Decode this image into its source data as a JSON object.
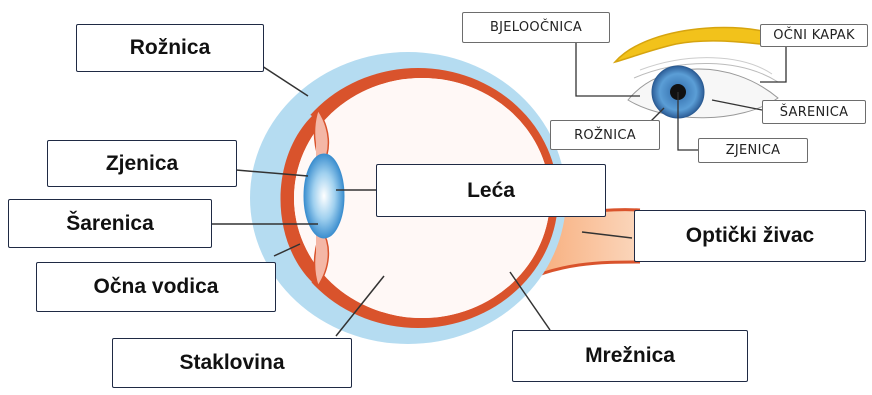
{
  "main_diagram": {
    "labels": {
      "roznica": "Rožnica",
      "zjenica": "Zjenica",
      "sarenica": "Šarenica",
      "ocna_vodica": "Očna vodica",
      "staklovina": "Staklovina",
      "leca": "Leća",
      "opticki_zivac": "Optički živac",
      "reznica": "Mrežnica"
    }
  },
  "external_eye": {
    "labels": {
      "bjeloocnica": "BJELOOČNICA",
      "ocni_kapak": "OČNI KAPAK",
      "sarenica": "ŠARENICA",
      "roznica": "ROŽNICA",
      "zjenica": "ZJENICA"
    }
  },
  "colors": {
    "outer_layer": "#b5dcf1",
    "choroid": "#d9532c",
    "lens": "#5aa6d9",
    "optic_nerve": "#f6b48a",
    "eyelid": "#f2c21b",
    "iris": "#4f8fcc",
    "leader_line": "#333333"
  }
}
